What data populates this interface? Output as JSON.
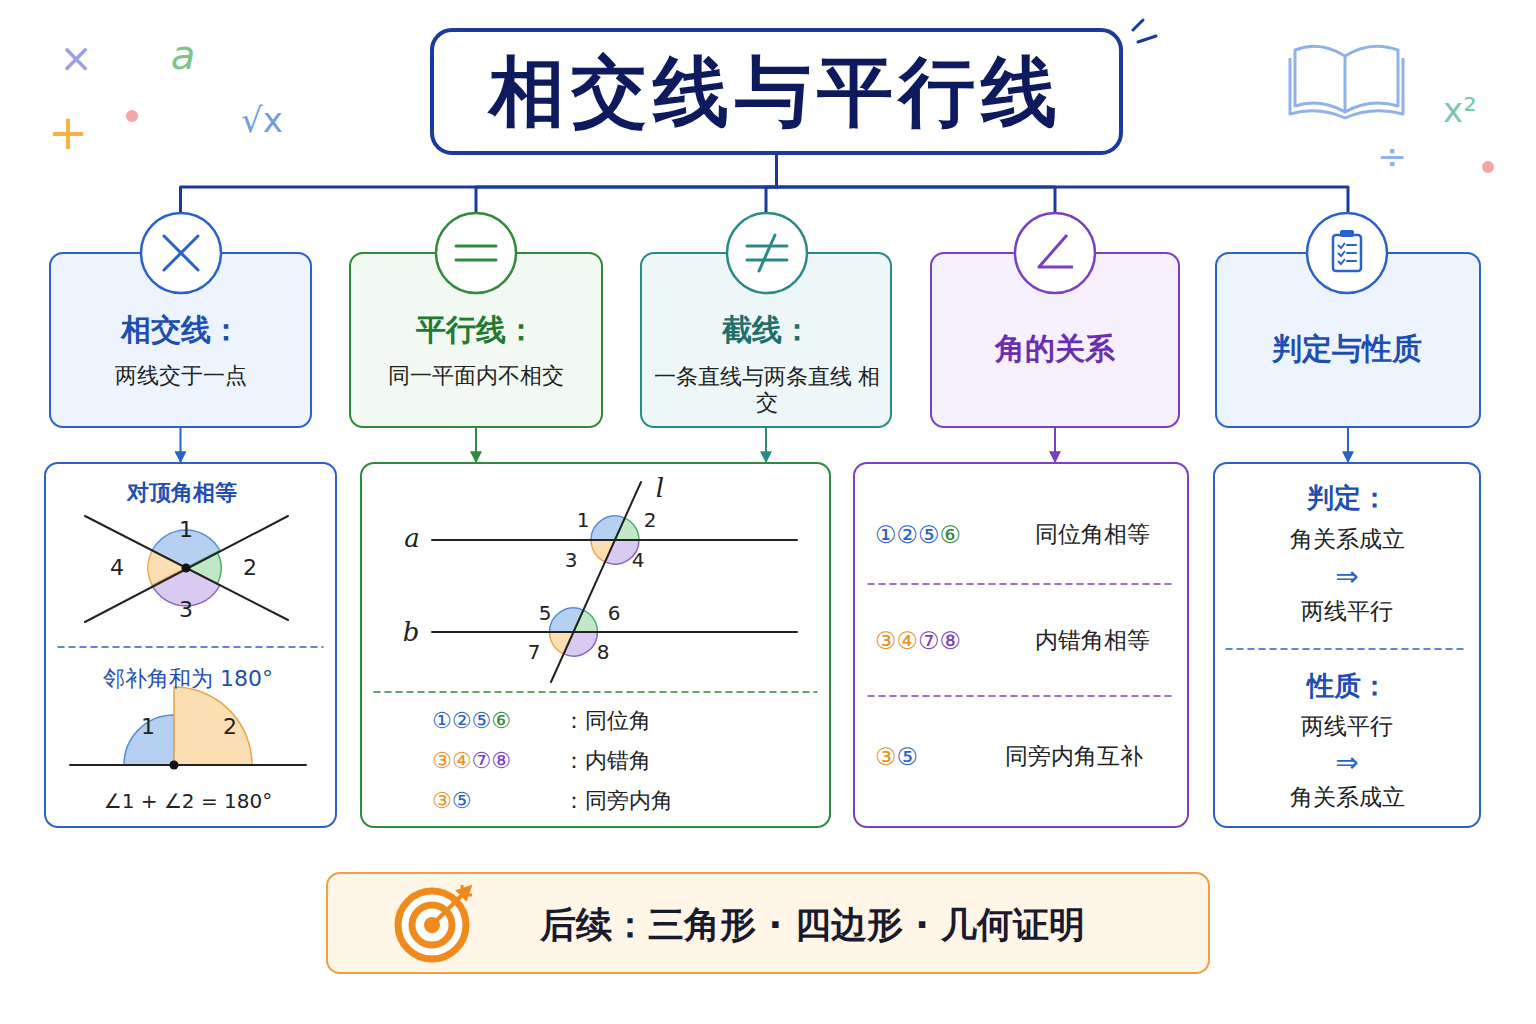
{
  "diagram": {
    "nodes": [
      {
        "text": [
          "相交线与平行线"
        ]
      },
      {
        "text": [
          "相交线：",
          "两线交于一点"
        ],
        "in": 0
      },
      {
        "text": [
          "平行线：",
          "同一平面内不相交"
        ],
        "in": 0
      },
      {
        "text": [
          "截线：",
          "一条直线与两条直线 相交"
        ],
        "in": 0
      },
      {
        "text": [
          "角的关系"
        ],
        "in": 0
      },
      {
        "text": [
          "判定与性质"
        ],
        "in": 0
      },
      {
        "text": [
          "对顶角相等",
          "邻补角和为 180°",
          "∠1 + ∠2 = 180°"
        ]
      },
      {
        "text": [
          "①②⑤⑥",
          "：同位角",
          "③④⑦⑧",
          "：内错角",
          "③⑤",
          "：同旁内角"
        ]
      },
      {
        "text": [
          "①②⑤⑥",
          "同位角相等",
          "③④⑦⑧",
          "内错角相等",
          "③⑤",
          "同旁内角互补"
        ]
      },
      {
        "text": [
          "判定：",
          "角关系成立",
          "⇒",
          "两线平行",
          "性质：",
          "两线平行",
          "⇒",
          "角关系成立"
        ]
      },
      {
        "text": [
          "后续：三角形 · 四边形 · 几何证明"
        ]
      }
    ],
    "edges": [
      {
        "from": 0,
        "to": 1,
        "arrow": "none"
      },
      {
        "from": 0,
        "to": 2,
        "arrow": "none"
      },
      {
        "from": 0,
        "to": 3,
        "arrow": "none"
      },
      {
        "from": 0,
        "to": 4,
        "arrow": "none"
      },
      {
        "from": 0,
        "to": 5,
        "arrow": "none"
      },
      {
        "from": 1,
        "to": 6,
        "arrow": "to"
      },
      {
        "from": 2,
        "to": 7,
        "arrow": "to"
      },
      {
        "from": 3,
        "to": 7,
        "arrow": "to"
      },
      {
        "from": 4,
        "to": 8,
        "arrow": "to"
      },
      {
        "from": 5,
        "to": 9,
        "arrow": "to"
      }
    ],
    "labels": [
      "1",
      "4",
      "2",
      "3",
      "1",
      "2",
      "l",
      "a",
      "1",
      "2",
      "3",
      "4",
      "b",
      "5",
      "6",
      "7",
      "8",
      "×",
      "a",
      "√x",
      "+",
      "x²",
      "÷"
    ]
  }
}
